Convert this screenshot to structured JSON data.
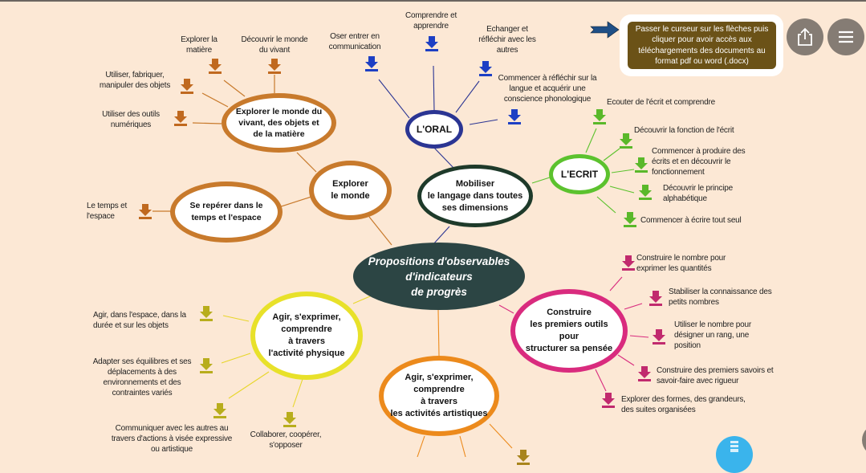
{
  "center": {
    "line1": "Propositions d'observables",
    "line2": "d'indicateurs",
    "line3": "de progrès"
  },
  "tooltip": {
    "text": "Passer le curseur sur les flèches puis cliquer pour avoir accès aux téléchargements des documents au format pdf ou word (.docx)"
  },
  "buttons": {
    "share_icon": "share-icon",
    "menu_icon": "menu-icon"
  },
  "colors": {
    "background": "#fce8d5",
    "center": "#2c4544",
    "explore": "#c87a2c",
    "oral": "#2b3593",
    "ecrit": "#5cc22e",
    "langage": "#1e3a2a",
    "nombre": "#d92b7e",
    "physique": "#e8e12a",
    "artistique": "#ec8a1c"
  },
  "nodes": {
    "explorer_monde": {
      "l1": "Explorer",
      "l2": "le monde"
    },
    "explorer_vivant": {
      "l1": "Explorer le monde du",
      "l2": "vivant, des objets et",
      "l3": "de la matière"
    },
    "se_reperer": {
      "l1": "Se repérer dans le",
      "l2": "temps et l'espace"
    },
    "oral": {
      "l1": "L'ORAL"
    },
    "ecrit": {
      "l1": "L'ECRIT"
    },
    "langage": {
      "l1": "Mobiliser",
      "l2": "le langage dans toutes",
      "l3": "ses dimensions"
    },
    "nombre": {
      "l1": "Construire",
      "l2": "les premiers outils",
      "l3": "pour",
      "l4": "structurer sa pensée"
    },
    "physique": {
      "l1": "Agir, s'exprimer,",
      "l2": "comprendre",
      "l3": "à travers",
      "l4": "l'activité physique"
    },
    "artistique": {
      "l1": "Agir, s'exprimer,",
      "l2": "comprendre",
      "l3": "à travers",
      "l4": "les activités artistiques"
    }
  },
  "leaves": {
    "explorer_matiere": "Explorer la matière",
    "decouvrir_vivant": "Découvrir le monde du vivant",
    "utiliser_fabriquer": "Utiliser, fabriquer, manipuler des objets",
    "outils_numeriques": "Utiliser des outils numériques",
    "temps_espace": "Le temps et l'espace",
    "oser_communication": "Oser entrer en communication",
    "comprendre_apprendre": "Comprendre et apprendre",
    "echanger": "Echanger et réfléchir avec les autres",
    "reflechir_langue": "Commencer à réfléchir sur la langue et acquérir une conscience phonologique",
    "ecouter_ecrit": "Ecouter de l'écrit et comprendre",
    "fonction_ecrit": "Découvrir la fonction de l'écrit",
    "produire_ecrits": "Commencer à produire des écrits et en découvrir le fonctionnement",
    "principe_alpha": "Découvrir le principe alphabétique",
    "ecrire_seul": "Commencer à écrire tout seul",
    "nombre_quantites": "Construire le nombre pour exprimer les quantités",
    "petits_nombres": "Stabiliser la connaissance des petits nombres",
    "rang_position": "Utiliser le nombre pour désigner un rang, une position",
    "savoirs_rigueur": "Construire des premiers savoirs et savoir-faire avec rigueur",
    "formes_grandeurs": "Explorer des formes, des grandeurs, des suites organisées",
    "agir_espace": "Agir, dans l'espace, dans la durée et sur les objets",
    "adapter_equilibres": "Adapter ses équilibres et ses déplacements à des environnements et des contraintes variés",
    "communiquer_autres": "Communiquer avec les autres au travers d'actions à visée expressive ou artistique",
    "collaborer": "Collaborer, coopérer, s'opposer"
  }
}
